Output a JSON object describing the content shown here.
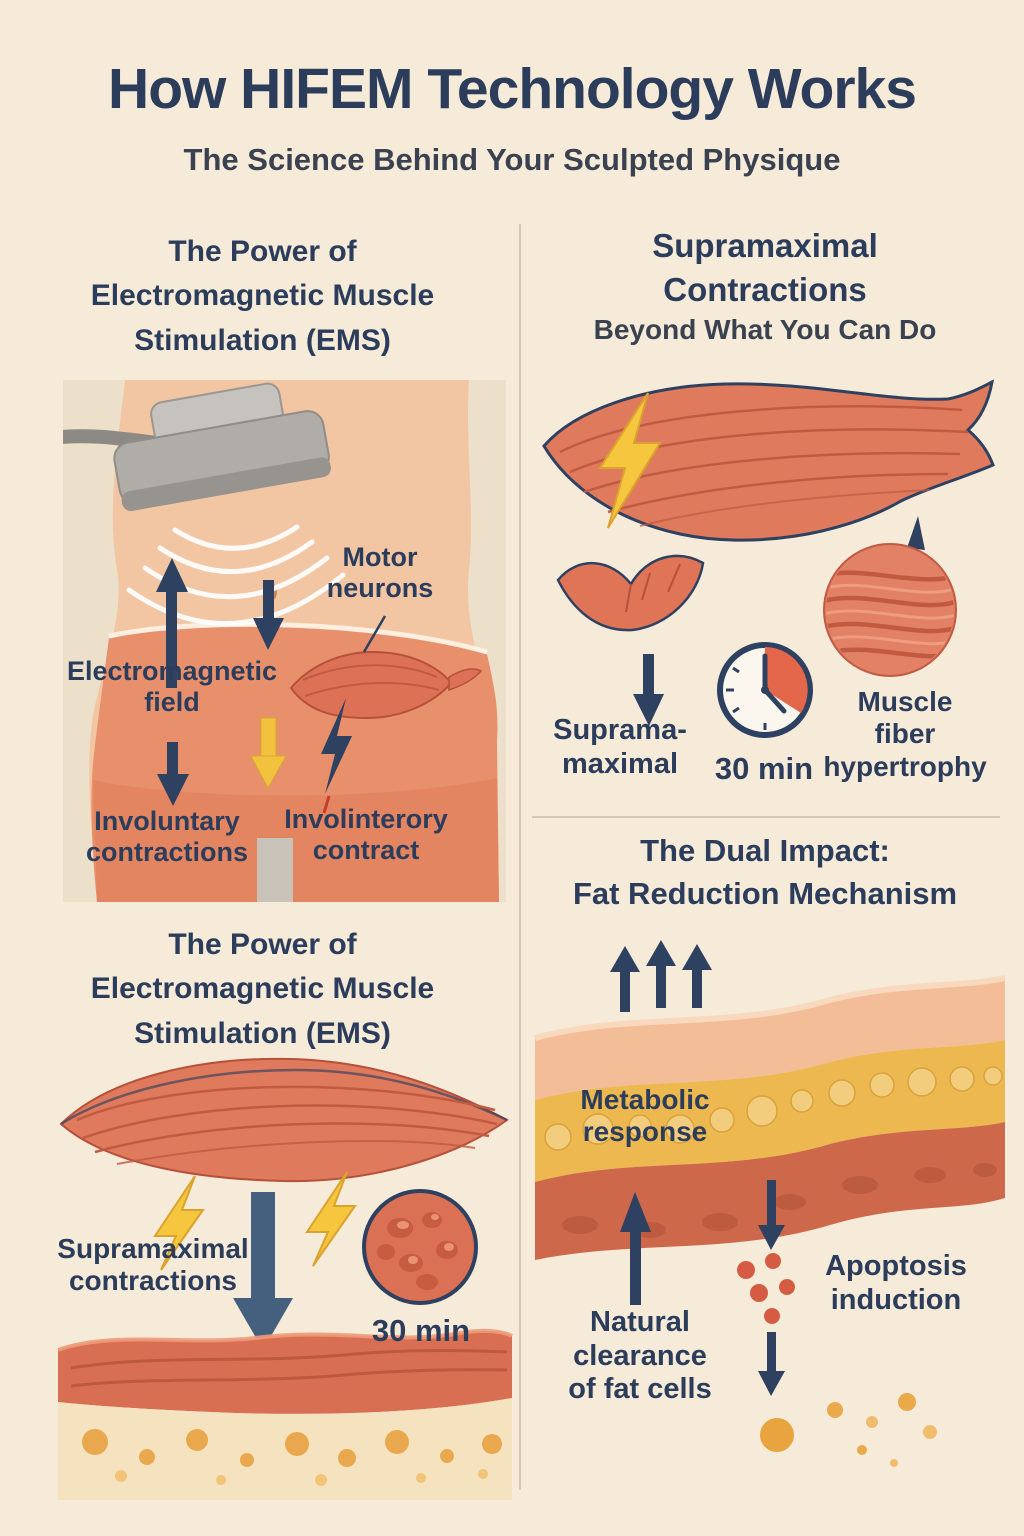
{
  "page": {
    "title": "How HIFEM Technology Works",
    "subtitle": "The Science Behind Your Sculpted Physique"
  },
  "colors": {
    "background": "#f6ead9",
    "navy": "#2c3d5c",
    "charcoal": "#3a4150",
    "muscle_red": "#e07a5c",
    "muscle_dark": "#c25a42",
    "lightning_yellow": "#f6c63e",
    "fat_yellow": "#ecb84f",
    "skin_peach": "#f2bd97",
    "divider_tan": "#d6c8b3"
  },
  "icons": [
    "lightning-bolt-icon",
    "clock-icon",
    "up-arrow-icon",
    "down-arrow-icon",
    "applicator-device-icon"
  ],
  "sections": {
    "ems_top": {
      "title": "The Power of\nElectromagnetic Muscle\nStimulation (EMS)",
      "labels": {
        "motor_neurons": "Motor\nneurons",
        "electromagnetic_field": "Electromagnetic\nfield",
        "involuntary_contractions": "Involuntary\ncontractions",
        "involuntary_contract": "Involinterory\ncontract"
      }
    },
    "supramaximal": {
      "title": "Supramaximal\nContractions",
      "subtitle": "Beyond What You Can Do",
      "labels": {
        "supramaximal": "Suprama-\nmaximal",
        "duration": "30 min",
        "hypertrophy": "Muscle\nfiber\nhypertrophy"
      }
    },
    "ems_bottom": {
      "title": "The Power of\nElectromagnetic Muscle\nStimulation (EMS)",
      "labels": {
        "supramaximal_contractions": "Supramaximal\ncontractions",
        "duration": "30 min"
      }
    },
    "dual_impact": {
      "title": "The Dual Impact:\nFat Reduction Mechanism",
      "labels": {
        "metabolic_response": "Metabolic\nresponse",
        "natural_clearance": "Natural\nclearance\nof fat cells",
        "apoptosis_induction": "Apoptosis\ninduction"
      }
    }
  }
}
